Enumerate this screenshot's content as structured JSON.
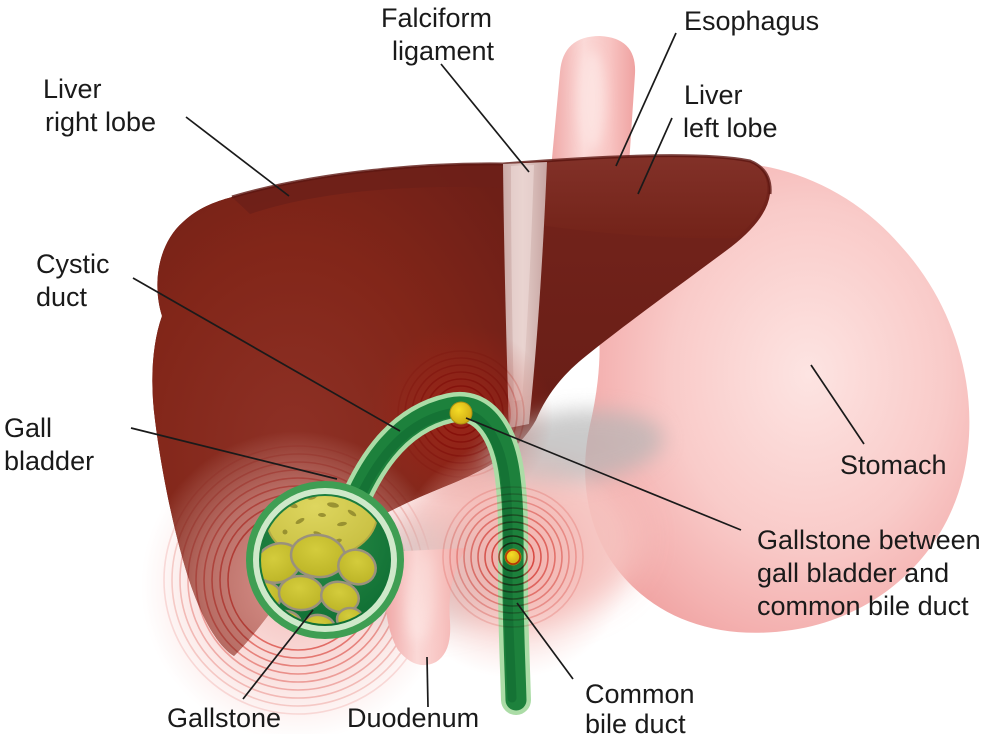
{
  "diagram": {
    "subject": "Gallstones in gall bladder and bile ducts",
    "labels": {
      "falciform_ligament": {
        "lines": [
          "Falciform",
          "ligament"
        ]
      },
      "esophagus": {
        "lines": [
          "Esophagus"
        ]
      },
      "liver_right_lobe": {
        "lines": [
          "Liver",
          "right lobe"
        ]
      },
      "liver_left_lobe": {
        "lines": [
          "Liver",
          "left lobe"
        ]
      },
      "cystic_duct": {
        "lines": [
          "Cystic",
          "duct"
        ]
      },
      "gall_bladder": {
        "lines": [
          "Gall",
          "bladder"
        ]
      },
      "stomach": {
        "lines": [
          "Stomach"
        ]
      },
      "gallstone_between": {
        "lines": [
          "Gallstone between",
          "gall bladder and",
          "common bile duct"
        ]
      },
      "gallstone": {
        "lines": [
          "Gallstone"
        ]
      },
      "duodenum": {
        "lines": [
          "Duodenum"
        ]
      },
      "common_bile_duct": {
        "lines": [
          "Common",
          "bile duct"
        ]
      }
    }
  },
  "palette": {
    "label_text": "#1a1a1a",
    "pain_red": "#d92b20",
    "liver_dark": "#6b1e17",
    "liver_main": "#84281e",
    "liver_band": "#7c2b23",
    "ligament": "#d5b9b5",
    "organ_pink": "#f7c2c0",
    "organ_pink_light": "#fcdedc",
    "duct_green": "#2f9b4d",
    "duct_green_dark": "#15763a",
    "duct_rim_green": "#abdca6",
    "stone_yellow": "#cdc530",
    "stone_speckled": "#d9d057",
    "stone_bright": "#e8cb1d",
    "shadow_gray": "#bdbdbd",
    "background": "#ffffff"
  }
}
